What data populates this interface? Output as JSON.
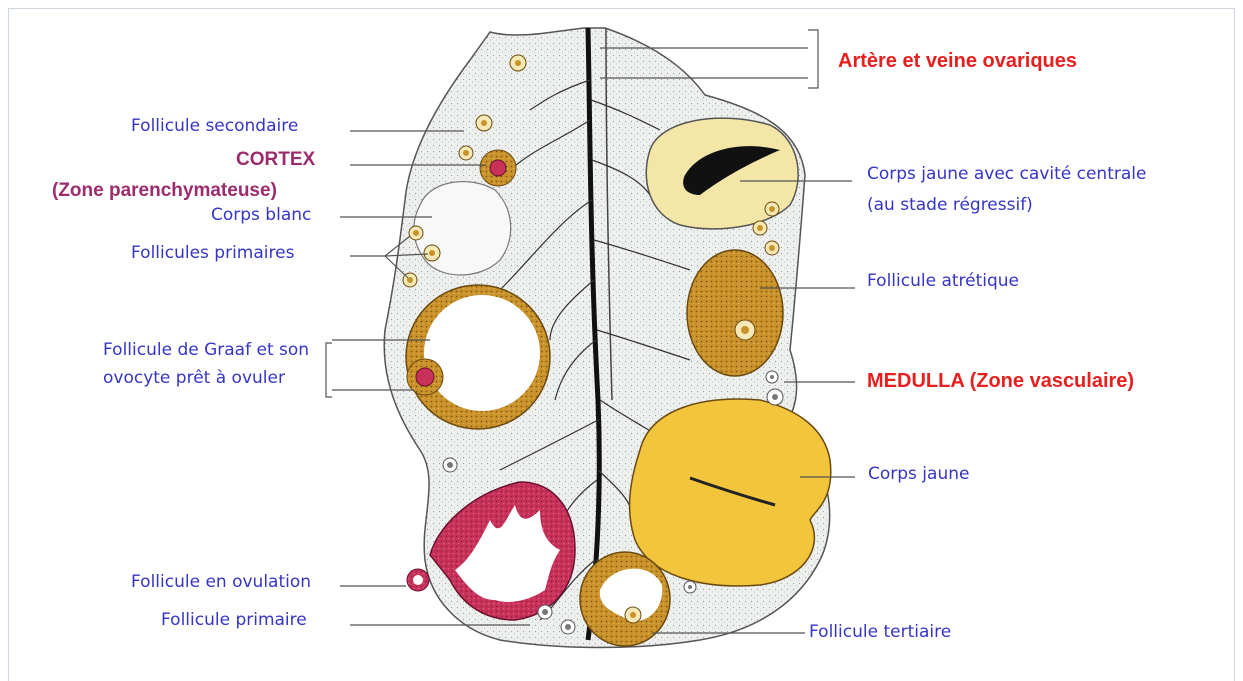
{
  "labels": {
    "artere": "Artère et veine  ovariques",
    "follicule_secondaire": "Follicule secondaire",
    "cortex": "CORTEX",
    "zone_parenchymateuse": "(Zone parenchymateuse)",
    "corps_blanc": "Corps blanc",
    "follicules_primaires": "Follicules primaires",
    "graaf_line1": "Follicule de Graaf et son",
    "graaf_line2": "ovocyte prêt à ovuler",
    "corps_jaune_cavite_line1": "Corps jaune avec cavité centrale",
    "corps_jaune_cavite_line2": "(au stade régressif)",
    "follicule_atretique": "Follicule atrétique",
    "medulla": "MEDULLA (Zone vasculaire)",
    "corps_jaune": "Corps jaune",
    "follicule_ovulation": "Follicule en ovulation",
    "follicule_primaire": "Follicule primaire",
    "follicule_tertiaire": "Follicule tertiaire"
  },
  "colors": {
    "label_blue": "#3535c8",
    "zone_red": "#e81f1f",
    "cortex_purple": "#9c2c6c",
    "corpus_luteum": "#f2c53d",
    "corpus_luteum_regressive": "#f4e6a6",
    "follicle_wall": "#b07a1a",
    "ovulating_follicle": "#c8325a",
    "stroma": "#eef0ee"
  }
}
